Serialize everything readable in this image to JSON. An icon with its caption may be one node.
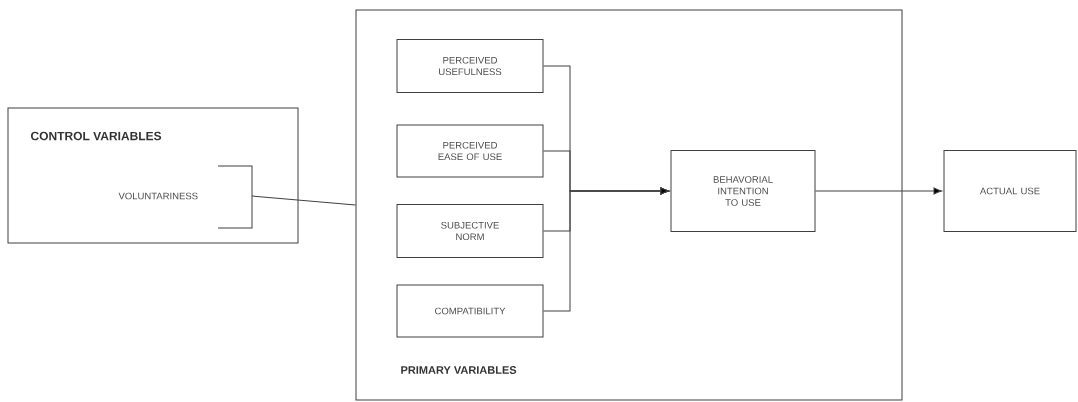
{
  "diagram": {
    "nodes": [
      {
        "text": [
          "CONTROL VARIABLES"
        ]
      },
      {
        "text": [
          "VOLUNTARINESS"
        ],
        "in": 0
      },
      {
        "text": [
          "PRIMARY VARIABLES"
        ]
      },
      {
        "text": [
          "PERCEIVED USEFULNESS"
        ],
        "in": 2
      },
      {
        "text": [
          "PERCEIVED EASE OF USE"
        ],
        "in": 2
      },
      {
        "text": [
          "SUBJECTIVE NORM"
        ],
        "in": 2
      },
      {
        "text": [
          "COMPATIBILITY"
        ],
        "in": 2
      },
      {
        "text": [
          "BEHAVORIAL INTENTION TO USE"
        ],
        "in": 2
      },
      {
        "text": [
          "ACTUAL USE"
        ]
      }
    ],
    "edges": [
      {
        "from": 1,
        "to": 2,
        "arrow": "none"
      },
      {
        "from": 3,
        "to": 7,
        "arrow": "to"
      },
      {
        "from": 4,
        "to": 7,
        "arrow": "to"
      },
      {
        "from": 5,
        "to": 7,
        "arrow": "to"
      },
      {
        "from": 6,
        "to": 7,
        "arrow": "to"
      },
      {
        "from": 7,
        "to": 8,
        "arrow": "to"
      }
    ]
  }
}
